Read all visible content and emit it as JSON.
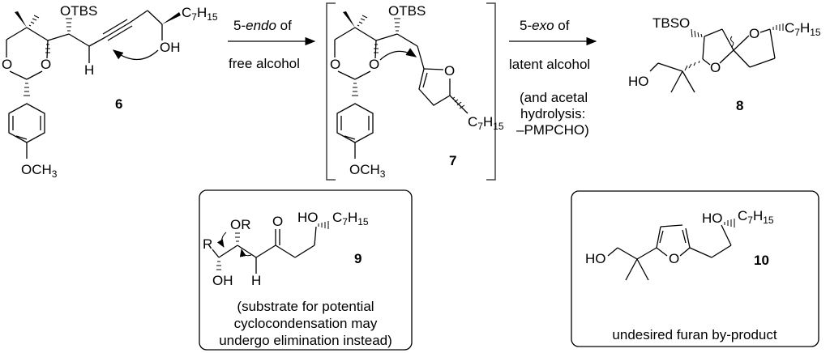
{
  "compounds": {
    "c6": {
      "label": "6",
      "otbs": "OTBS",
      "h": "H",
      "oh": "OH",
      "o1": "O",
      "o2": "O",
      "och3": "OCH",
      "och3_sub": "3",
      "chain": "C",
      "chain_sub1": "7",
      "chain_h": "H",
      "chain_sub2": "15"
    },
    "c7": {
      "label": "7",
      "otbs": "OTBS",
      "o1": "O",
      "o2": "O",
      "o_ring": "O",
      "och3": "OCH",
      "och3_sub": "3",
      "chain": "C",
      "chain_sub1": "7",
      "chain_h": "H",
      "chain_sub2": "15"
    },
    "c8": {
      "label": "8",
      "tbso": "TBSO",
      "ho": "HO",
      "o1": "O",
      "o2": "O",
      "chain": "C",
      "chain_sub1": "7",
      "chain_h": "H",
      "chain_sub2": "15"
    },
    "c9": {
      "label": "9",
      "r": "R",
      "or": "OR",
      "o": "O",
      "oh": "OH",
      "h": "H",
      "ho": "HO",
      "chain": "C",
      "chain_sub1": "7",
      "chain_h": "H",
      "chain_sub2": "15",
      "caption": [
        "(substrate for potential",
        "cyclocondensation may",
        "undergo elimination instead)"
      ]
    },
    "c10": {
      "label": "10",
      "ho1": "HO",
      "o": "O",
      "ho2": "HO",
      "chain": "C",
      "chain_sub1": "7",
      "chain_h": "H",
      "chain_sub2": "15",
      "caption": "undesired furan by-product"
    }
  },
  "arrows": {
    "step1": {
      "top_prefix": "5-",
      "top_italic": "endo",
      "top_suffix": " of",
      "bottom": "free alcohol"
    },
    "step2": {
      "top_prefix": "5-",
      "top_italic": "exo",
      "top_suffix": " of",
      "line1": "latent alcohol",
      "line2": "(and acetal",
      "line3": "hydrolysis:",
      "line4": "–PMPCHO)"
    }
  }
}
